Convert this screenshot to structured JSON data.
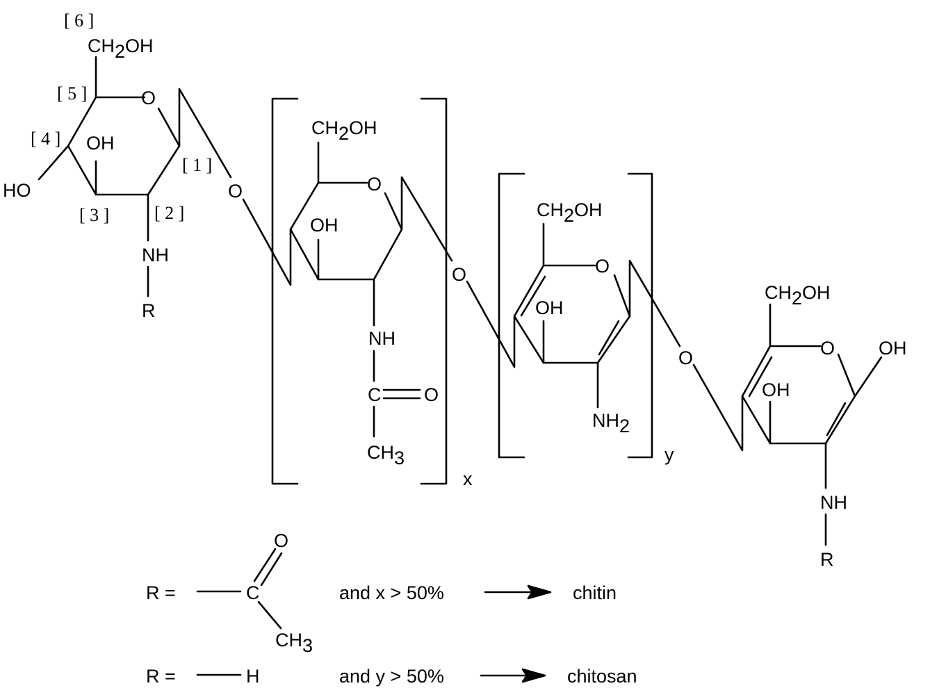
{
  "labels": {
    "ch2oh": "CH",
    "ch2oh_2": "2",
    "ch2oh_oh": "OH",
    "oh": "OH",
    "ho": "HO",
    "o": "O",
    "nh": "NH",
    "nh2": "NH",
    "nh2_sub": "2",
    "r": "R",
    "c": "C",
    "ch3": "CH",
    "ch3_sub": "3",
    "x": "x",
    "y": "y",
    "pos1": "[ 1 ]",
    "pos2": "[ 2 ]",
    "pos3": "[ 3 ]",
    "pos4": "[ 4 ]",
    "pos5": "[ 5 ]",
    "pos6": "[ 6 ]"
  },
  "legend": {
    "r_equals": "R =",
    "h": "H",
    "condition_chitin": "and x > 50%",
    "condition_chitosan": "and y > 50%",
    "chitin": "chitin",
    "chitosan": "chitosan"
  }
}
